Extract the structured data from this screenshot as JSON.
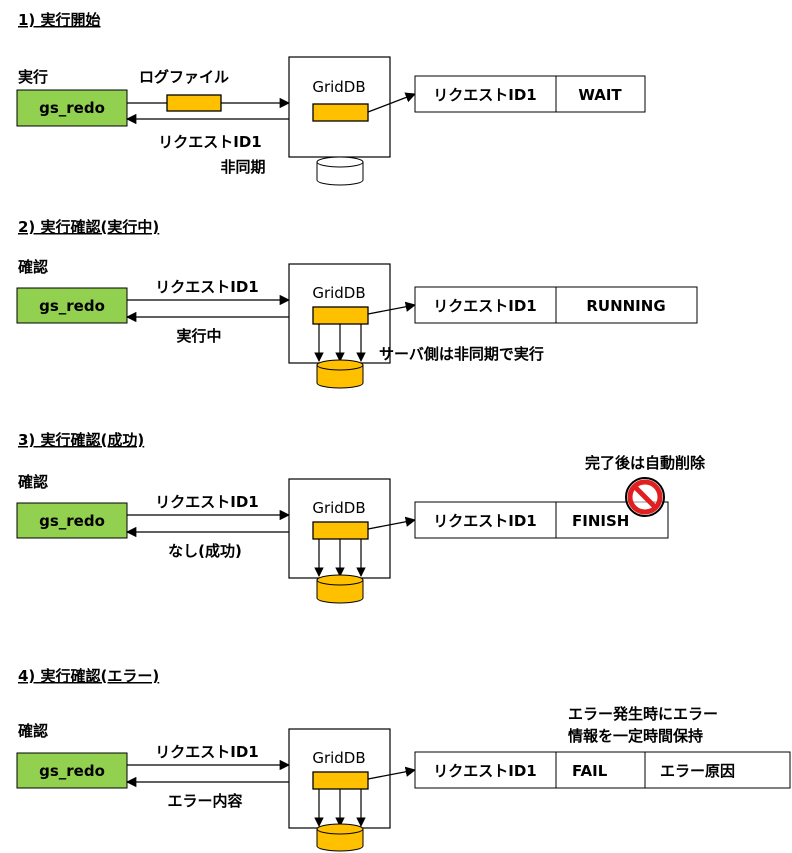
{
  "colors": {
    "client_fill": "#92D050",
    "accent_fill": "#FFC000",
    "stroke": "#000000",
    "no_sign": "#E02020"
  },
  "icons": [
    "arrow-right-icon",
    "arrow-left-icon",
    "database-icon",
    "no-entry-icon"
  ],
  "sections": [
    {
      "heading": "1) 実行開始",
      "action": "実行",
      "client": "gs_redo",
      "server": "GridDB",
      "request_label": "ログファイル",
      "response_lines": [
        "リクエストID1",
        "非同期"
      ],
      "table": [
        "リクエストID1",
        "WAIT"
      ],
      "note_lines": []
    },
    {
      "heading": "2) 実行確認(実行中)",
      "action": "確認",
      "client": "gs_redo",
      "server": "GridDB",
      "request_label": "リクエストID1",
      "response_lines": [
        "実行中"
      ],
      "table": [
        "リクエストID1",
        "RUNNING"
      ],
      "note_lines": [
        "サーバ側は非同期で実行"
      ]
    },
    {
      "heading": "3) 実行確認(成功)",
      "action": "確認",
      "client": "gs_redo",
      "server": "GridDB",
      "request_label": "リクエストID1",
      "response_lines": [
        "なし(成功)"
      ],
      "table": [
        "リクエストID1",
        "FINISH"
      ],
      "note_lines": [
        "完了後は自動削除"
      ]
    },
    {
      "heading": "4) 実行確認(エラー)",
      "action": "確認",
      "client": "gs_redo",
      "server": "GridDB",
      "request_label": "リクエストID1",
      "response_lines": [
        "エラー内容"
      ],
      "table": [
        "リクエストID1",
        "FAIL",
        "エラー原因"
      ],
      "note_lines": [
        "エラー発生時にエラー",
        "情報を一定時間保持"
      ]
    }
  ]
}
